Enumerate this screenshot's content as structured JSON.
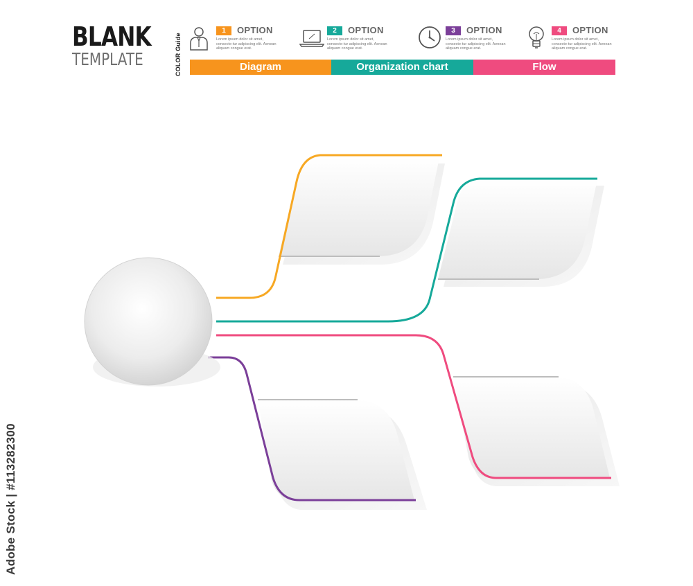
{
  "header": {
    "title_line1": "BLANK",
    "title_line2": "TEMPLATE",
    "color_guide_label": "COLOR Guide"
  },
  "options": [
    {
      "number": "1",
      "label": "OPTION",
      "icon": "person-icon",
      "color": "#f7941d",
      "desc": "Lorem ipsum dolor sit amet, consecte-tur adipiscing elit. Aenean aliquam congue erat."
    },
    {
      "number": "2",
      "label": "OPTION",
      "icon": "laptop-icon",
      "color": "#16a99a",
      "desc": "Lorem ipsum dolor sit amet, consecte-tur adipiscing elit. Aenean aliquam congue erat."
    },
    {
      "number": "3",
      "label": "OPTION",
      "icon": "clock-icon",
      "color": "#7b3f99",
      "desc": "Lorem ipsum dolor sit amet, consecte-tur adipiscing elit. Aenean aliquam congue erat."
    },
    {
      "number": "4",
      "label": "OPTION",
      "icon": "lightbulb-icon",
      "color": "#ef4b7f",
      "desc": "Lorem ipsum dolor sit amet, consecte-tur adipiscing elit. Aenean aliquam congue erat."
    }
  ],
  "categories": [
    {
      "label": "Diagram",
      "color": "#f7941d"
    },
    {
      "label": "Organization chart",
      "color": "#16a99a"
    },
    {
      "label": "Flow",
      "color": "#ef4b7f"
    }
  ],
  "stock_id": "Adobe Stock | #113282300",
  "diagram": {
    "hub": "blank-circle",
    "branch_colors": [
      "#f7a823",
      "#16a99a",
      "#ef4b7f",
      "#7b3f99"
    ]
  }
}
